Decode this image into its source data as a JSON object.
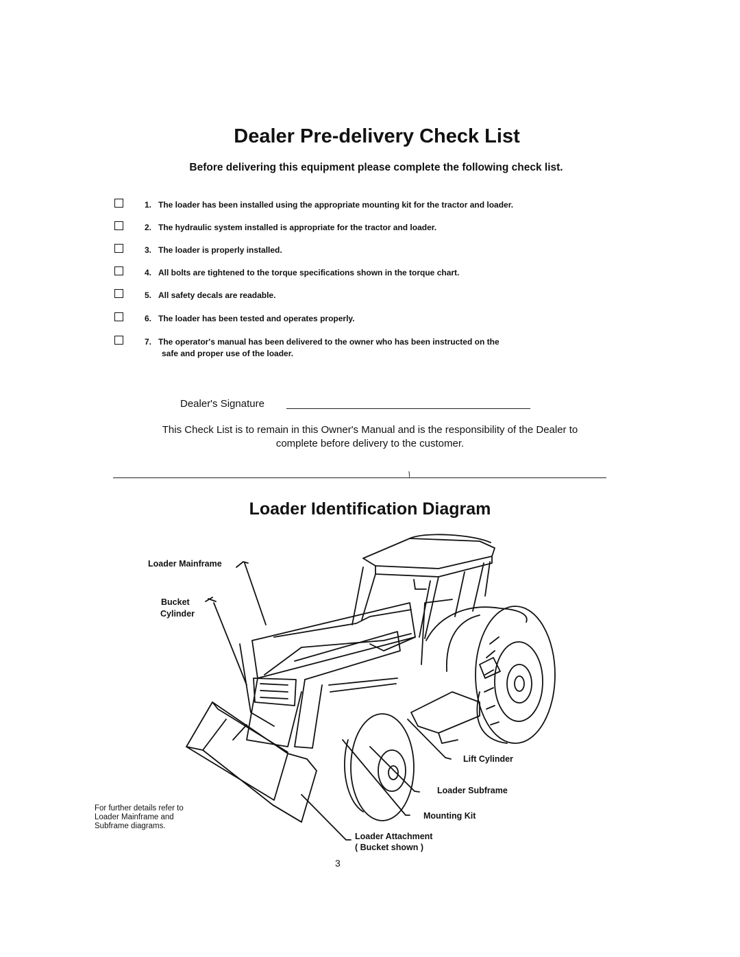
{
  "checklist": {
    "title": "Dealer Pre-delivery Check List",
    "subtitle": "Before delivering this equipment please complete the following check list.",
    "items": [
      {
        "number": "1.",
        "text": "The loader has been installed using the appropriate mounting kit for the tractor and loader.",
        "checked": false
      },
      {
        "number": "2.",
        "text": "The hydraulic system installed is appropriate for the tractor and loader.",
        "checked": false
      },
      {
        "number": "3.",
        "text": "The loader is properly installed.",
        "checked": false
      },
      {
        "number": "4.",
        "text": "All bolts are tightened to the torque specifications shown in the torque chart.",
        "checked": false
      },
      {
        "number": "5.",
        "text": "All safety decals are readable.",
        "checked": false
      },
      {
        "number": "6.",
        "text": "The loader has been tested and operates properly.",
        "checked": false
      },
      {
        "number": "7.",
        "text": "The operator's manual has been delivered to the owner who has been instructed on the",
        "text_cont": "safe and  proper use of the loader.",
        "checked": false
      }
    ],
    "signature_label": "Dealer's Signature",
    "responsibility_line1": "This Check List is to remain in this Owner's Manual and is the responsibility of the Dealer to",
    "responsibility_line2": "complete before delivery to the customer."
  },
  "diagram": {
    "title": "Loader Identification Diagram",
    "labels": {
      "loader_mainframe": "Loader Mainframe",
      "bucket": "Bucket",
      "cylinder": "Cylinder",
      "lift_cylinder": "Lift Cylinder",
      "loader_subframe": "Loader Subframe",
      "mounting_kit": "Mounting Kit",
      "loader_attachment": "Loader Attachment",
      "bucket_shown": "( Bucket shown )"
    },
    "note_line1": "For further details refer to",
    "note_line2": "Loader Mainframe and",
    "note_line3": "Subframe diagrams."
  },
  "page": {
    "number": "3"
  }
}
